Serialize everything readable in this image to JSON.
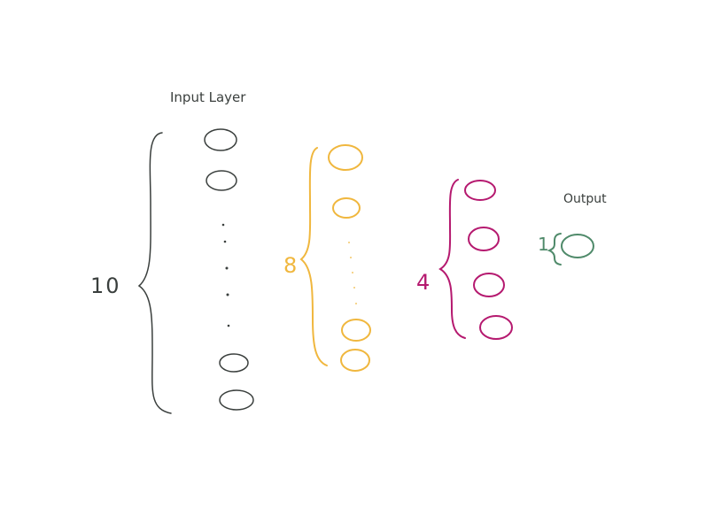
{
  "diagram": {
    "input": {
      "title": "Input Layer",
      "count": "10",
      "color": "#3a3f3d"
    },
    "hidden1": {
      "count": "8",
      "color": "#f0b73e"
    },
    "hidden2": {
      "count": "4",
      "color": "#b5196f"
    },
    "output": {
      "title": "Output",
      "count": "1",
      "color": "#4f8a6a"
    }
  }
}
